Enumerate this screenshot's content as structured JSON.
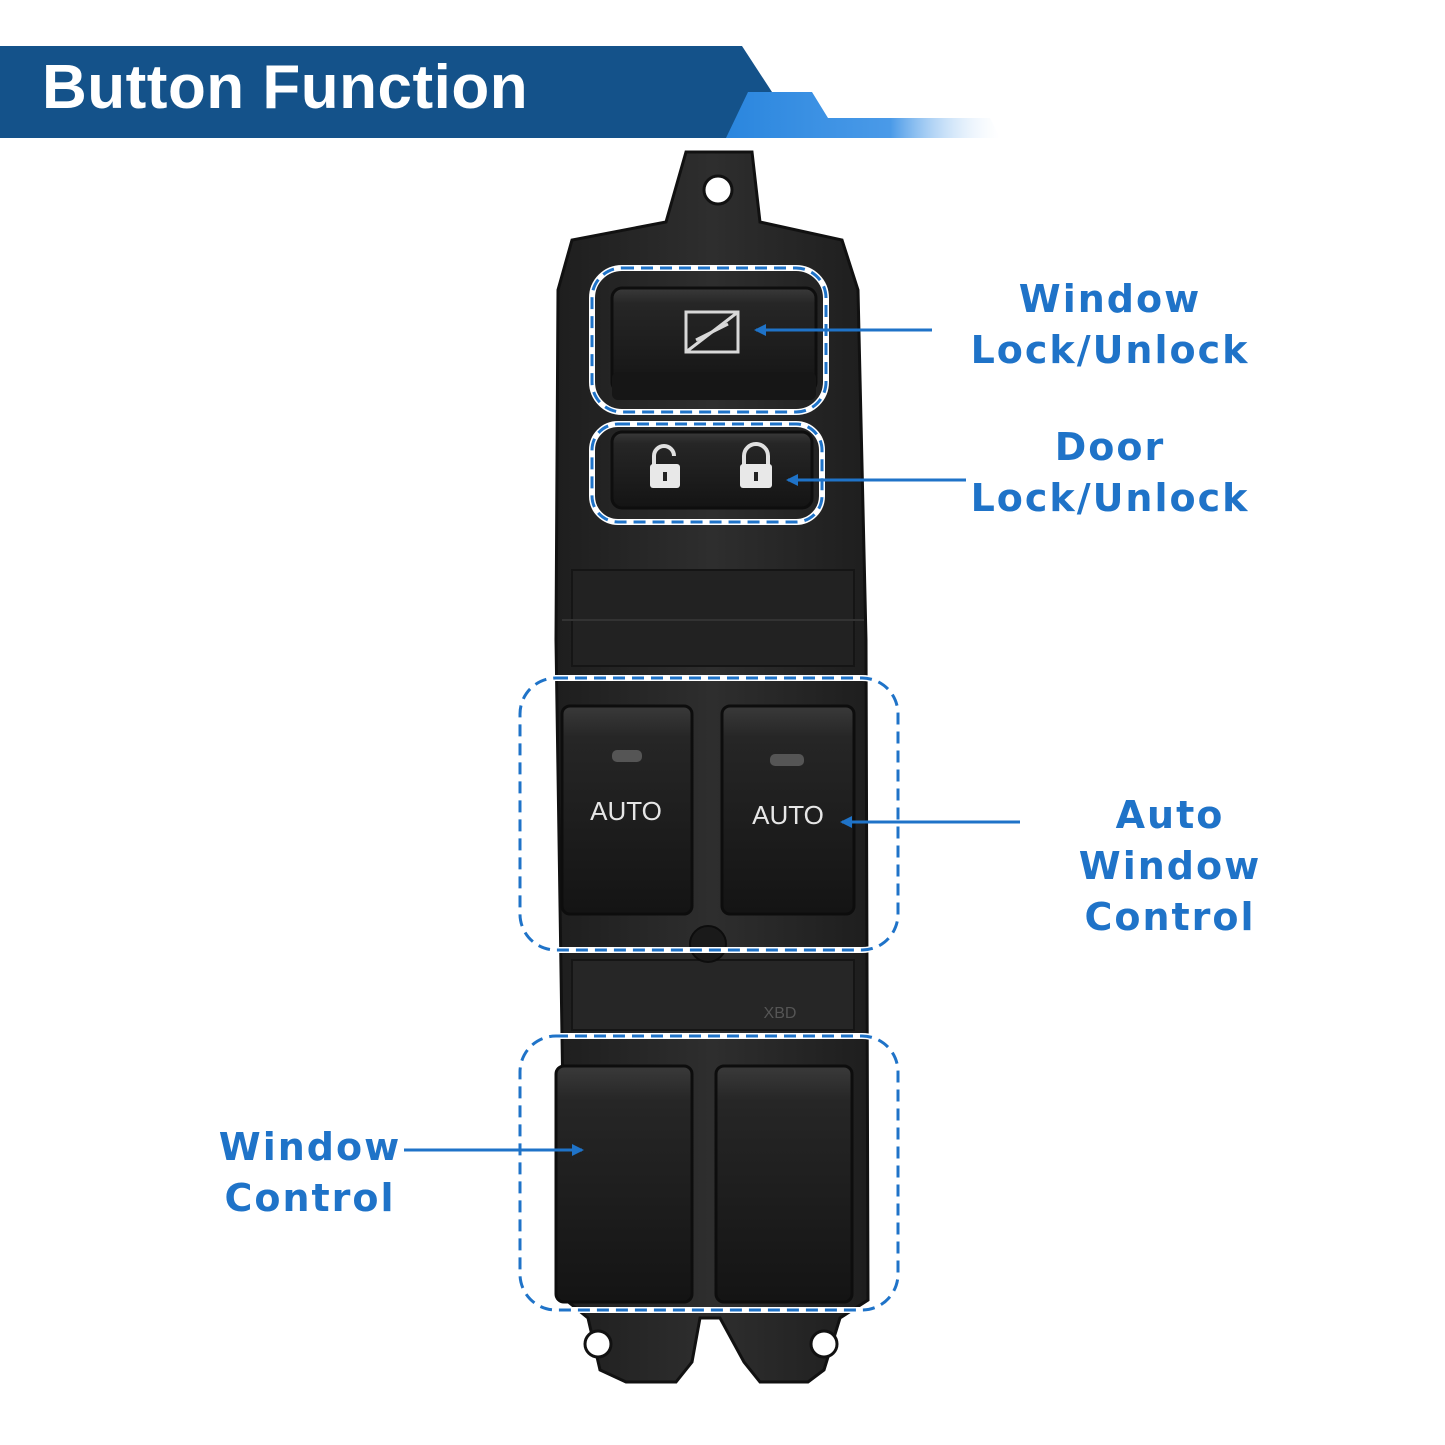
{
  "header": {
    "title": "Button Function"
  },
  "switch_panel": {
    "auto_labels": [
      "AUTO",
      "AUTO"
    ],
    "imprint_code": "XBD"
  },
  "callouts": {
    "window_lock": {
      "line1": "Window",
      "line2": "Lock/Unlock"
    },
    "door_lock": {
      "line1": "Door",
      "line2": "Lock/Unlock"
    },
    "auto_window": {
      "line1": "Auto Window",
      "line2": "Control"
    },
    "window_control": {
      "line1": "Window",
      "line2": "Control"
    }
  },
  "colors": {
    "banner_dark": "#14528a",
    "banner_light": "#2a86de",
    "accent": "#1f73c8",
    "device_body": "#2a2a2a",
    "switch_face": "#1c1c1c"
  }
}
